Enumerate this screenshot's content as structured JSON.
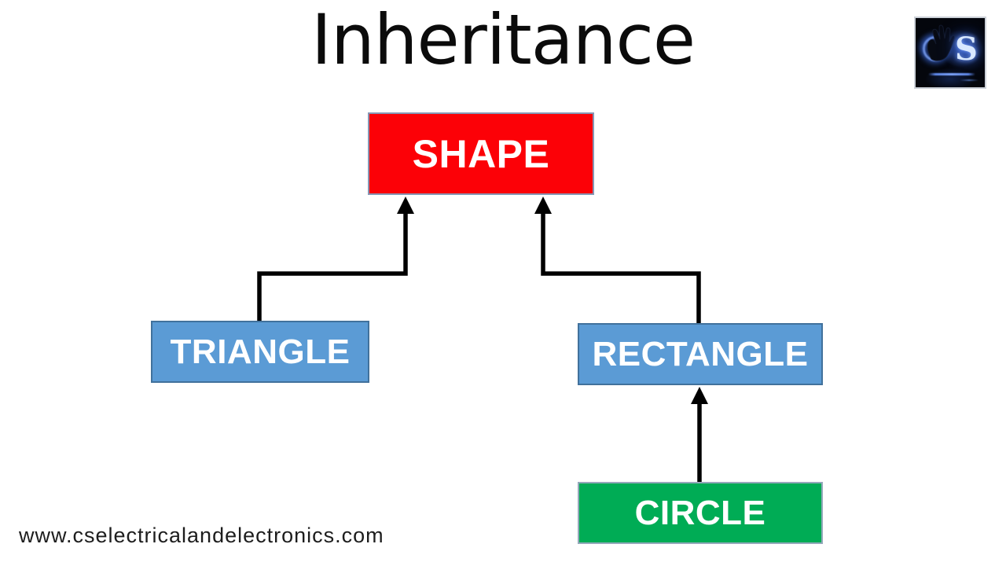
{
  "slide": {
    "title": "Inheritance",
    "footer_url": "www.cselectricalandelectronics.com",
    "background_color": "#ffffff"
  },
  "logo": {
    "name": "cs-electrical-logo",
    "letter": "S",
    "background_color": "#04060c",
    "glow_color": "#3a68e0"
  },
  "diagram": {
    "type": "inheritance-hierarchy",
    "edge_color": "#000000",
    "nodes": {
      "shape": {
        "label": "SHAPE",
        "fill": "#fc0107",
        "border": "#8796b4",
        "text_color": "#ffffff"
      },
      "triangle": {
        "label": "TRIANGLE",
        "fill": "#5b9bd5",
        "border": "#41719c",
        "text_color": "#ffffff"
      },
      "rectangle": {
        "label": "RECTANGLE",
        "fill": "#5b9bd5",
        "border": "#41719c",
        "text_color": "#ffffff"
      },
      "circle": {
        "label": "CIRCLE",
        "fill": "#00ac55",
        "border": "#94a8ba",
        "text_color": "#ffffff"
      }
    },
    "edges": [
      {
        "from": "TRIANGLE",
        "to": "SHAPE"
      },
      {
        "from": "RECTANGLE",
        "to": "SHAPE"
      },
      {
        "from": "CIRCLE",
        "to": "RECTANGLE"
      }
    ]
  }
}
